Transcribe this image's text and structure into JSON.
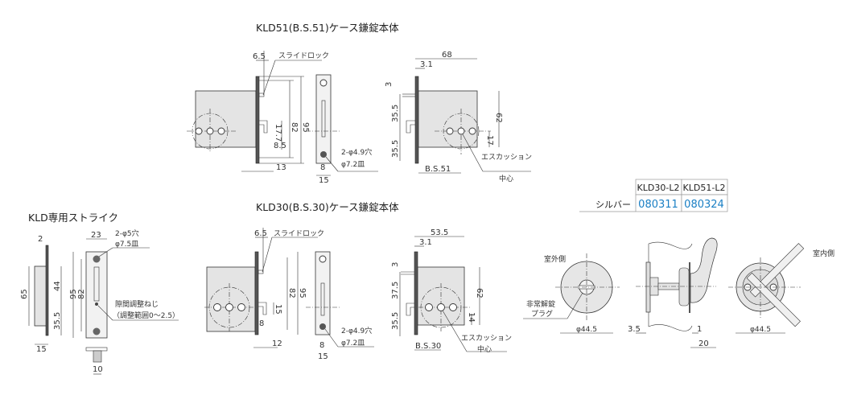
{
  "kld51": {
    "title": "KLD51(B.S.51)ケース鎌錠本体",
    "slide_lock": "スライドロック",
    "dims": {
      "d6_5": "6.5",
      "d82": "82",
      "d95": "95",
      "d17_7": "17.7",
      "d8_5": "8.5",
      "d13": "13",
      "holes": "2-φ4.9穴",
      "csk": "φ7.2皿",
      "d8": "8",
      "d15": "15",
      "d68": "68",
      "d3_1": "3.1",
      "d3": "3",
      "d35_5a": "35.5",
      "d35_5b": "35.5",
      "d62": "62",
      "d17": "17",
      "bs": "B.S.51"
    },
    "escutcheon_center": "エスカッション",
    "center": "中心"
  },
  "kld30": {
    "title": "KLD30(B.S.30)ケース鎌錠本体",
    "slide_lock": "スライドロック",
    "dims": {
      "d6_5": "6.5",
      "d82": "82",
      "d95": "95",
      "d15a": "15",
      "d8a": "8",
      "d12": "12",
      "holes": "2-φ4.9穴",
      "csk": "φ7.2皿",
      "d8": "8",
      "d15": "15",
      "d53_5": "53.5",
      "d3_1": "3.1",
      "d3": "3",
      "d37_5": "37.5",
      "d35_5": "35.5",
      "d62": "62",
      "d14": "14",
      "bs": "B.S.30"
    },
    "escutcheon_center": "エスカッション",
    "center": "中心"
  },
  "strike": {
    "title": "KLD専用ストライク",
    "dims": {
      "d2": "2",
      "d65": "65",
      "d44": "44",
      "d35_5": "35.5",
      "d15": "15",
      "d23": "23",
      "holes": "2-φ5穴",
      "csk": "φ7.5皿",
      "d95": "95",
      "d82": "82",
      "d10": "10"
    },
    "screw": "隙間調整ねじ",
    "range": "（調整範囲0〜2.5）"
  },
  "table": {
    "headers": [
      "KLD30-L2",
      "KLD51-L2"
    ],
    "rows": [
      {
        "label": "シルバー",
        "values": [
          "080311",
          "080324"
        ]
      }
    ],
    "value_color": "#1a7fc4"
  },
  "escutcheon": {
    "outside": "室外側",
    "emergency": "非常解錠",
    "plug": "プラグ",
    "dia_left": "φ44.5",
    "d3_5": "3.5",
    "d1": "1",
    "d20": "20",
    "inside": "室内側",
    "dia_right": "φ44.5"
  }
}
